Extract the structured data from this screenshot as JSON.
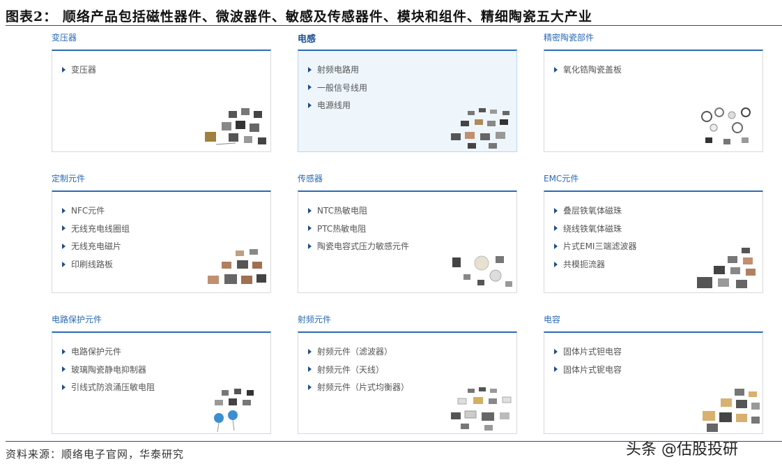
{
  "title": "图表2： 顺络产品包括磁性器件、微波器件、敏感及传感器件、模块和组件、精细陶瓷五大产业",
  "panels": [
    {
      "title": "变压器",
      "items": [
        "变压器"
      ]
    },
    {
      "title": "电感",
      "items": [
        "射频电路用",
        "一般信号线用",
        "电源线用"
      ]
    },
    {
      "title": "精密陶瓷部件",
      "items": [
        "氧化锆陶瓷盖板"
      ]
    },
    {
      "title": "定制元件",
      "items": [
        "NFC元件",
        "无线充电线圈组",
        "无线充电磁片",
        "印刷线路板"
      ]
    },
    {
      "title": "传感器",
      "items": [
        "NTC热敏电阻",
        "PTC热敏电阻",
        "陶瓷电容式压力敏感元件"
      ]
    },
    {
      "title": "EMC元件",
      "items": [
        "叠层铁氧体磁珠",
        "绕线铁氧体磁珠",
        "片式EMI三端滤波器",
        "共模扼流器"
      ]
    },
    {
      "title": "电路保护元件",
      "items": [
        "电路保护元件",
        "玻璃陶瓷静电抑制器",
        "引线式防浪涌压敏电阻"
      ]
    },
    {
      "title": "射频元件",
      "items": [
        "射频元件（滤波器）",
        "射频元件（天线）",
        "射频元件（片式均衡器）"
      ]
    },
    {
      "title": "电容",
      "items": [
        "固体片式钽电容",
        "固体片式铌电容"
      ]
    }
  ],
  "source": "资料来源：顺络电子官网，华泰研究",
  "watermark": "头条 @估股投研",
  "colors": {
    "accent": "#2a6ab5",
    "title_rule": "#1f4e8c",
    "active_card_bg": "#eef6fc"
  },
  "icons": {
    "bullet": "triangle-right-icon",
    "parts": "component-photo-icon"
  }
}
